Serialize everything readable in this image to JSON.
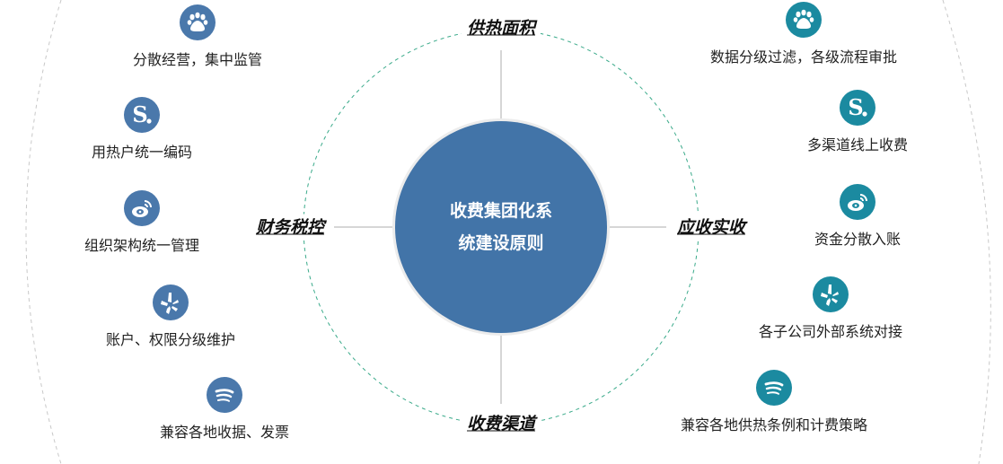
{
  "center_title": [
    "收费集团化系",
    "统建设原则"
  ],
  "pillars": {
    "top": "供热面积",
    "left": "财务税控",
    "right": "应收实收",
    "bottom": "收费渠道"
  },
  "colors": {
    "center": "#4274a8",
    "left_icons": "#4a78ab",
    "right_icons": "#1b8aa0",
    "inner_ring": "#3aaa8a"
  },
  "left_items": [
    {
      "icon": "paw-icon",
      "label": "分散经营，集中监管"
    },
    {
      "icon": "s-icon",
      "label": "用热户统一编码"
    },
    {
      "icon": "weibo-icon",
      "label": "组织架构统一管理"
    },
    {
      "icon": "yelp-icon",
      "label": "账户、权限分级维护"
    },
    {
      "icon": "spotify-icon",
      "label": "兼容各地收据、发票"
    }
  ],
  "right_items": [
    {
      "icon": "paw-icon",
      "label": "数据分级过滤，各级流程审批"
    },
    {
      "icon": "s-icon",
      "label": "多渠道线上收费"
    },
    {
      "icon": "weibo-icon",
      "label": "资金分散入账"
    },
    {
      "icon": "yelp-icon",
      "label": "各子公司外部系统对接"
    },
    {
      "icon": "spotify-icon",
      "label": "兼容各地供热条例和计费策略"
    }
  ]
}
